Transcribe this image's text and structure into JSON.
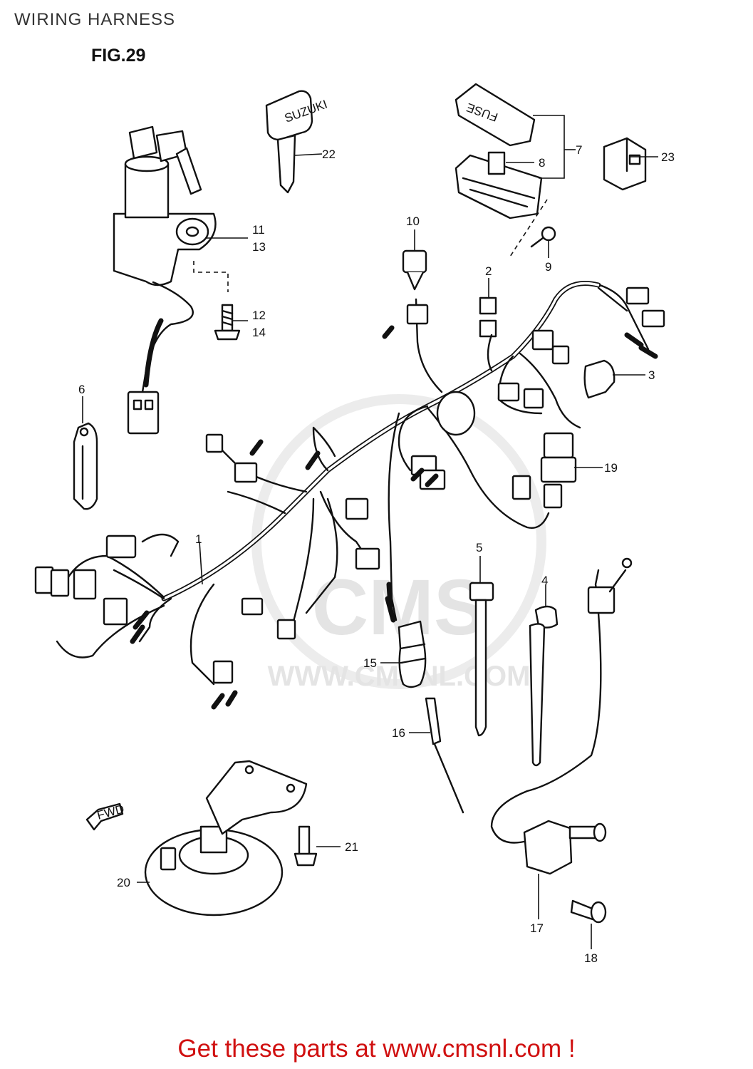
{
  "header": {
    "title": "WIRING HARNESS",
    "figure": "FIG.29"
  },
  "watermark": {
    "brand": "CMS",
    "url": "WWW.CMSNL.COM"
  },
  "parts": {
    "p1": "1",
    "p2": "2",
    "p3": "3",
    "p4": "4",
    "p5": "5",
    "p6": "6",
    "p7": "7",
    "p8": "8",
    "p9": "9",
    "p10": "10",
    "p11": "11",
    "p12": "12",
    "p13": "13",
    "p14": "14",
    "p15": "15",
    "p16": "16",
    "p17": "17",
    "p18": "18",
    "p19": "19",
    "p20": "20",
    "p21": "21",
    "p22": "22",
    "p23": "23"
  },
  "part_texts": {
    "fuse": "FUSE",
    "key": "SUZUKI",
    "fwd": "FWD"
  },
  "footer": {
    "cta": "Get these parts at www.cmsnl.com !"
  },
  "colors": {
    "cta": "#d01010",
    "ink": "#111111",
    "watermark": "#e4e4e4"
  }
}
